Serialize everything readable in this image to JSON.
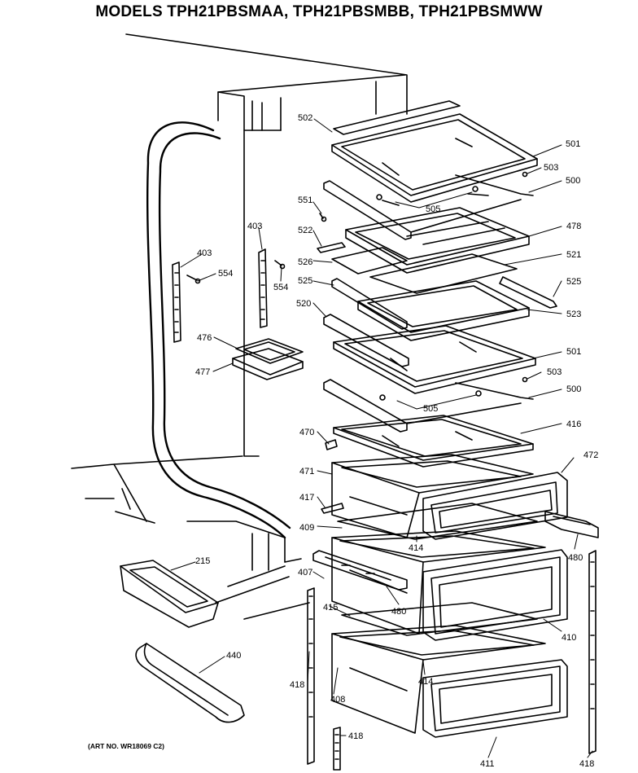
{
  "title": "MODELS TPH21PBSMAA, TPH21PBSMBB, TPH21PBSMWW",
  "art_number": "(ART NO. WR18069 C2)",
  "part_labels": {
    "p502": "502",
    "p501a": "501",
    "p503a": "503",
    "p500a": "500",
    "p551": "551",
    "p505a": "505",
    "p478": "478",
    "p522": "522",
    "p521": "521",
    "p526": "526",
    "p525a": "525",
    "p525b": "525",
    "p520": "520",
    "p523": "523",
    "p501b": "501",
    "p503b": "503",
    "p500b": "500",
    "p505b": "505",
    "p470": "470",
    "p416": "416",
    "p472": "472",
    "p471": "471",
    "p417": "417",
    "p409": "409",
    "p414a": "414",
    "p480a": "480",
    "p407": "407",
    "p480b": "480",
    "p415": "415",
    "p410": "410",
    "p414b": "414",
    "p418a": "418",
    "p408": "408",
    "p418b": "418",
    "p411": "411",
    "p418c": "418",
    "p403a": "403",
    "p403b": "403",
    "p554a": "554",
    "p554b": "554",
    "p476": "476",
    "p477": "477",
    "p215": "215",
    "p440": "440"
  }
}
